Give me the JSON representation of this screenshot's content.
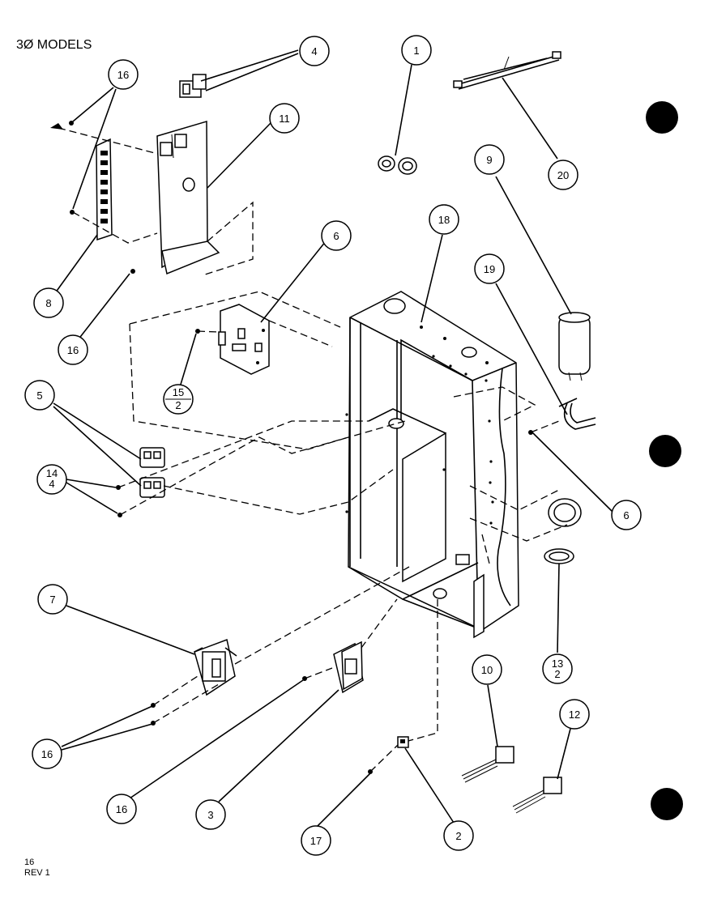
{
  "header": {
    "title": "3Ø MODELS"
  },
  "footer": {
    "page": "16",
    "revision": "REV 1"
  },
  "callouts": [
    {
      "id": "c-1",
      "label": "1"
    },
    {
      "id": "c-2",
      "label": "2"
    },
    {
      "id": "c-3",
      "label": "3"
    },
    {
      "id": "c-4",
      "label": "4"
    },
    {
      "id": "c-5",
      "label": "5"
    },
    {
      "id": "c-6a",
      "label": "6"
    },
    {
      "id": "c-6b",
      "label": "6"
    },
    {
      "id": "c-7",
      "label": "7"
    },
    {
      "id": "c-8",
      "label": "8"
    },
    {
      "id": "c-9",
      "label": "9"
    },
    {
      "id": "c-10",
      "label": "10"
    },
    {
      "id": "c-11",
      "label": "11"
    },
    {
      "id": "c-12",
      "label": "12"
    },
    {
      "id": "c-13",
      "label": "13",
      "qty": "2"
    },
    {
      "id": "c-14",
      "label": "14",
      "qty": "4"
    },
    {
      "id": "c-15",
      "label": "15",
      "qty": "2"
    },
    {
      "id": "c-16a",
      "label": "16"
    },
    {
      "id": "c-16b",
      "label": "16"
    },
    {
      "id": "c-16c",
      "label": "16"
    },
    {
      "id": "c-16d",
      "label": "16"
    },
    {
      "id": "c-17",
      "label": "17"
    },
    {
      "id": "c-18",
      "label": "18"
    },
    {
      "id": "c-19",
      "label": "19"
    },
    {
      "id": "c-20",
      "label": "20"
    }
  ]
}
